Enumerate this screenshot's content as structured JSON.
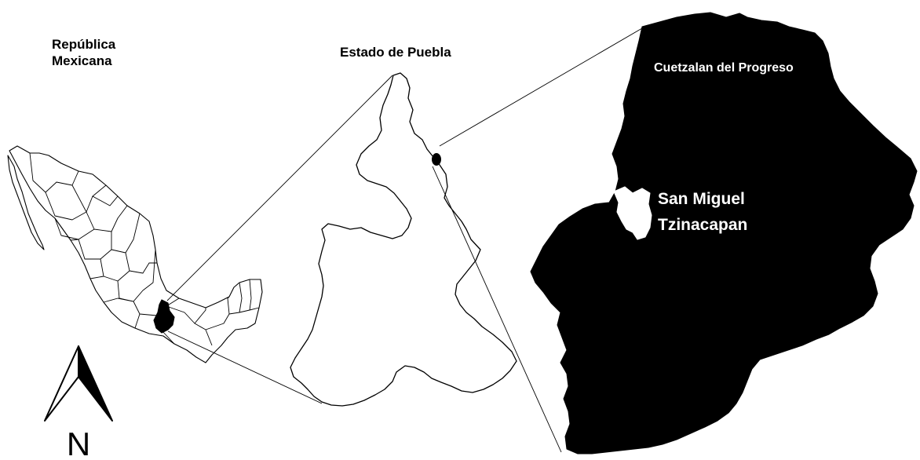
{
  "labels": {
    "mexico_line1": "República",
    "mexico_line2": "Mexicana",
    "puebla": "Estado de Puebla",
    "cuetzalan": "Cuetzalan del Progreso",
    "san_miguel_line1": "San Miguel",
    "san_miguel_line2": "Tzinacapan",
    "north": "N"
  },
  "colors": {
    "outline": "#000000",
    "fill_highlight": "#000000",
    "background": "#ffffff",
    "label_on_dark": "#ffffff"
  },
  "icons": {
    "north_arrow": "north-arrow-icon"
  }
}
